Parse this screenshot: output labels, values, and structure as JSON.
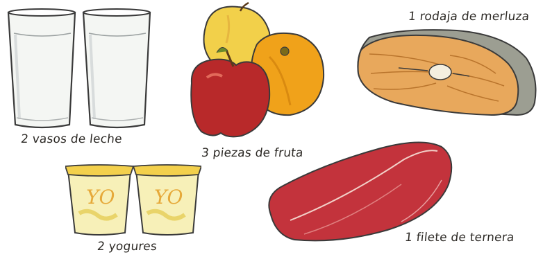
{
  "items": [
    {
      "id": "milk",
      "label": "2 vasos de leche",
      "icon": "milk-glasses"
    },
    {
      "id": "fruit",
      "label": "3 piezas de fruta",
      "icon": "fruit-pile"
    },
    {
      "id": "fish",
      "label": "1 rodaja de merluza",
      "icon": "hake-slice"
    },
    {
      "id": "yogurt",
      "label": "2 yogures",
      "icon": "yogurt-cups"
    },
    {
      "id": "beef",
      "label": "1 filete de ternera",
      "icon": "beef-fillet"
    }
  ],
  "colors": {
    "background": "#ffffff",
    "ink": "#2d2a26",
    "milk": "#f4f6f3",
    "apple_yellow": "#f2d04a",
    "apple_red": "#b8292a",
    "orange": "#f0a21a",
    "fish_skin": "#9c9e92",
    "fish_flesh": "#e8a85c",
    "yogurt_cup": "#f7f0b8",
    "yogurt_lid": "#f3d04c",
    "beef": "#c3333c"
  }
}
